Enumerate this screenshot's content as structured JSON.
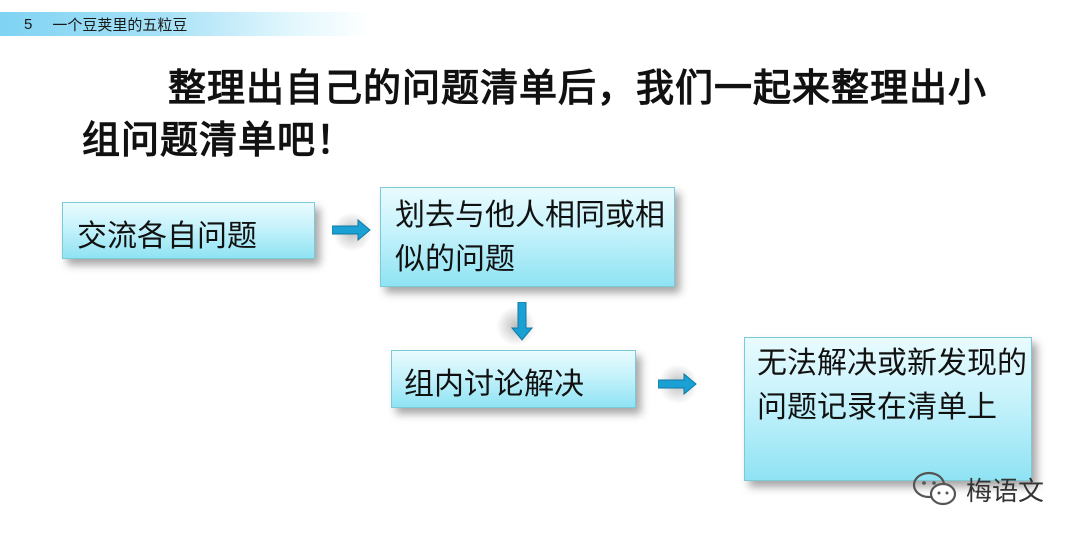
{
  "header": {
    "lesson_number": "5",
    "lesson_title": "一个豆荚里的五粒豆"
  },
  "title": "整理出自己的问题清单后，我们一起来整理出小组问题清单吧！",
  "flow": {
    "step1": "交流各自问题",
    "step2": "划去与他人相同或相似的问题",
    "step3": "组内讨论解决",
    "step4": "无法解决或新发现的问题记录在清单上"
  },
  "watermark": {
    "text": "梅语文",
    "icon": "wechat-icon"
  },
  "colors": {
    "box_top": "#e9fbfe",
    "box_bottom": "#8fe3f3",
    "arrow": "#1aa0d2",
    "header_bar": "#7fd3f3"
  }
}
